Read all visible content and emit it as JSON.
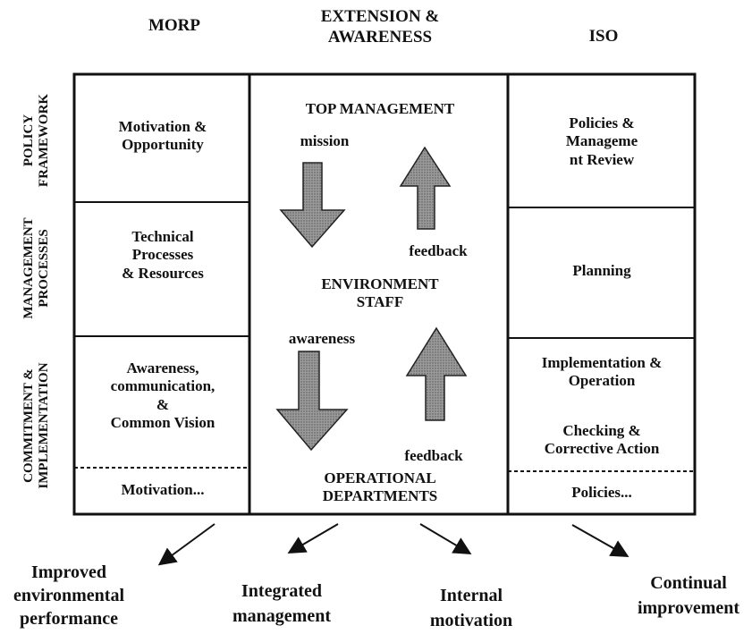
{
  "columns": {
    "morp": "MORP",
    "extension_line1": "EXTENSION &",
    "extension_line2": "AWARENESS",
    "iso": "ISO"
  },
  "row_labels": {
    "policy_line1": "POLICY",
    "policy_line2": "FRAMEWORK",
    "management_line1": "MANAGEMENT",
    "management_line2": "PROCESSES",
    "commitment_line1": "COMMITMENT &",
    "commitment_line2": "IMPLEMENTATION"
  },
  "morp_cells": {
    "policy_line1": "Motivation &",
    "policy_line2": "Opportunity",
    "management_line1": "Technical",
    "management_line2": "Processes",
    "management_line3": "& Resources",
    "commitment_line1": "Awareness,",
    "commitment_line2": "communication,",
    "commitment_line3": "&",
    "commitment_line4": "Common Vision",
    "footer": "Motivation..."
  },
  "center": {
    "top_management": "TOP MANAGEMENT",
    "mission": "mission",
    "feedback_top": "feedback",
    "env_line1": "ENVIRONMENT",
    "env_line2": "STAFF",
    "awareness": "awareness",
    "feedback_bottom": "feedback",
    "ops_line1": "OPERATIONAL",
    "ops_line2": "DEPARTMENTS"
  },
  "iso_cells": {
    "policy_line1": "Policies &",
    "policy_line2": "Manageme",
    "policy_line3": "nt Review",
    "planning": "Planning",
    "impl_line1": "Implementation &",
    "impl_line2": "Operation",
    "check_line1": "Checking &",
    "check_line2": "Corrective Action",
    "footer": "Policies..."
  },
  "outcomes": {
    "improved_line1": "Improved",
    "improved_line2": "environmental",
    "improved_line3": "performance",
    "integrated_line1": "Integrated",
    "integrated_line2": "management",
    "internal_line1": "Internal",
    "internal_line2": "motivation",
    "continual_line1": "Continual",
    "continual_line2": "improvement"
  },
  "colors": {
    "line": "#111111",
    "arrow_fill": "#8a8a8a",
    "arrow_stroke": "#222222"
  }
}
